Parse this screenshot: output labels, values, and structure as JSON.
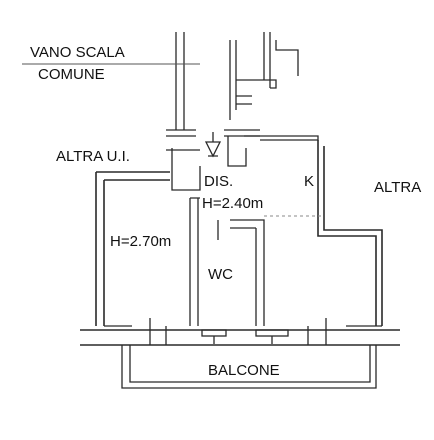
{
  "labels": {
    "vano_scala": "VANO SCALA",
    "comune": "COMUNE",
    "altra_ui": "ALTRA U.I.",
    "altra": "ALTRA",
    "dis": "DIS.",
    "k": "K",
    "h_240": "H=2.40m",
    "h_270": "H=2.70m",
    "wc": "WC",
    "balcone": "BALCONE"
  },
  "colors": {
    "line": "#2a2a2a",
    "background": "#ffffff"
  }
}
